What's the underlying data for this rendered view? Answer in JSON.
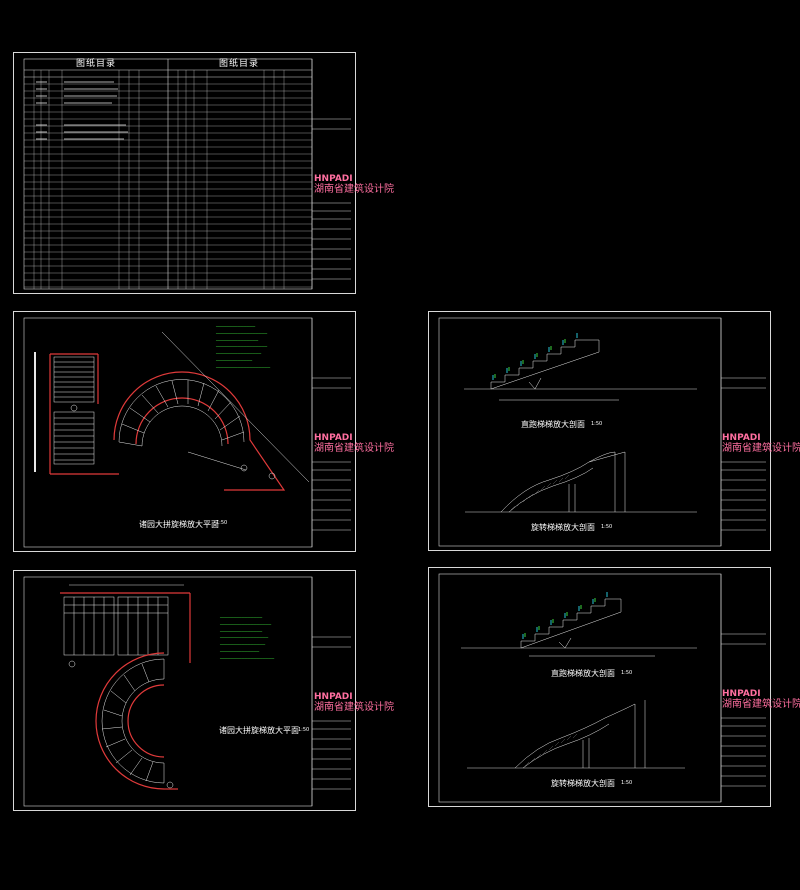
{
  "sheets": {
    "index": {
      "left_header": "图纸目录",
      "right_header": "图纸目录"
    },
    "plan_top": {
      "title": "诸园大拼旋梯放大平面",
      "scale": "1:50"
    },
    "plan_bottom": {
      "title": "诸园大拼旋梯放大平面",
      "scale": "1:50"
    },
    "section_top": {
      "title_upper": "直跑梯梯放大剖面",
      "title_lower": "旋转梯梯放大剖面",
      "scale": "1:50"
    },
    "section_bottom": {
      "title_upper": "直跑梯梯放大剖面",
      "title_lower": "旋转梯梯放大剖面",
      "scale": "1:50"
    }
  },
  "logo": {
    "en": "HNPADI",
    "cn": "湖南省建筑设计院"
  },
  "colors": {
    "background": "#000000",
    "line": "#d8d8d8",
    "red": "#e03a3a",
    "green": "#3bd43b",
    "cyan": "#27c4d6",
    "magenta": "#ff6fa0"
  }
}
